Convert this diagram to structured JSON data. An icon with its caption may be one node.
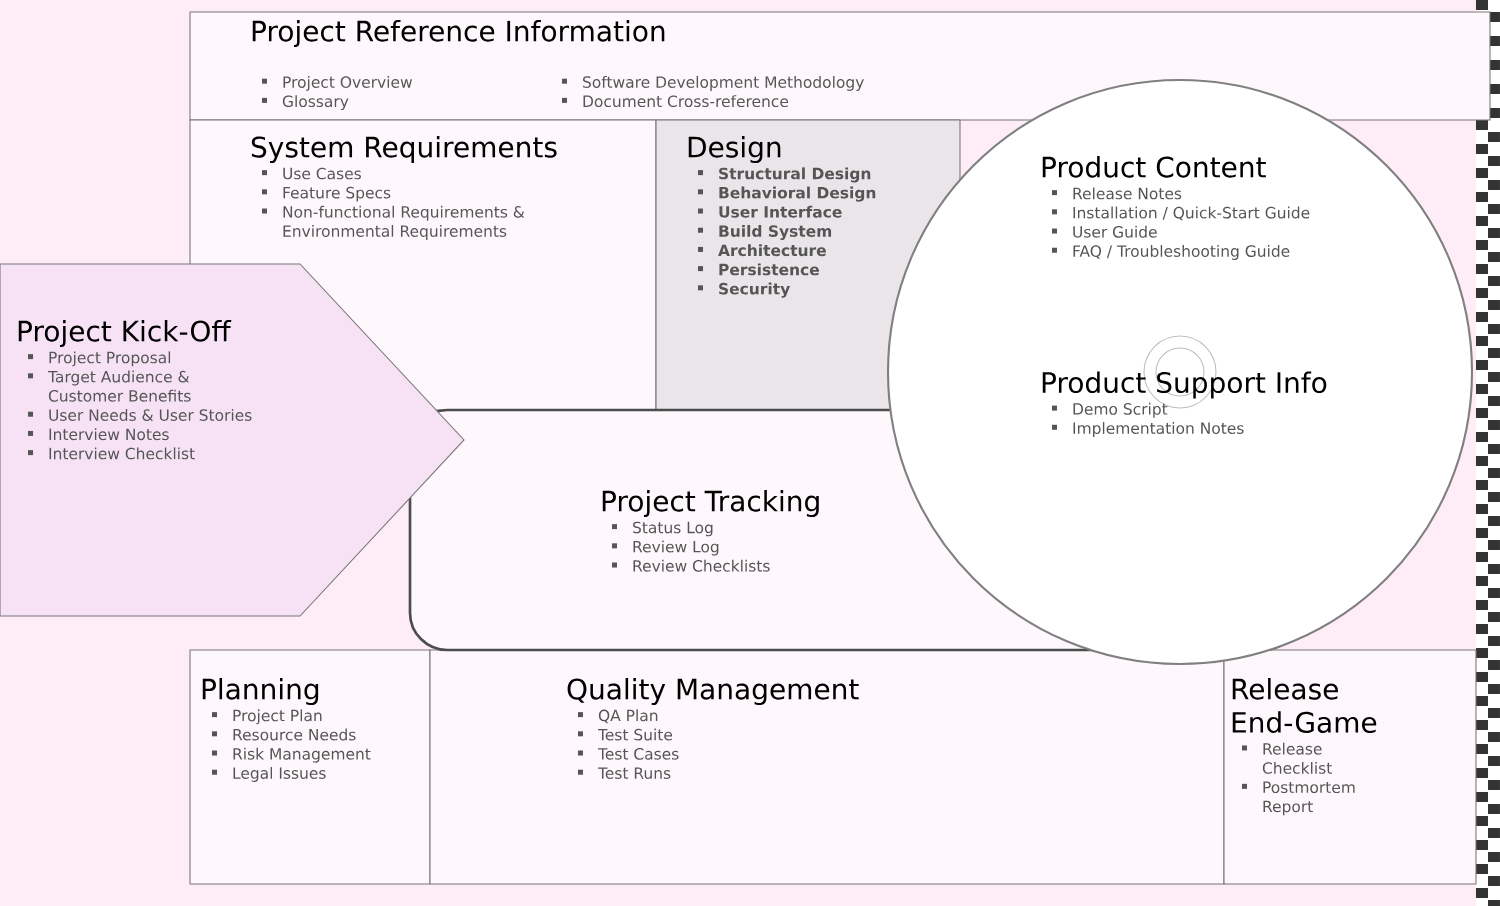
{
  "diagram": {
    "nodes": [
      {
        "text": [
          "Project Reference Information",
          "Project Overview",
          "Glossary",
          "Software Development Methodology",
          "Document Cross-reference"
        ]
      },
      {
        "text": [
          "System Requirements",
          "Use Cases",
          "Feature Specs",
          "Non-functional Requirements & Environmental Requirements"
        ]
      },
      {
        "text": [
          "Design",
          "Structural Design",
          "Behavioral Design",
          "User Interface",
          "Build System",
          "Architecture",
          "Persistence",
          "Security"
        ]
      },
      {
        "text": [
          "Product Content",
          "Release Notes",
          "Installation / Quick-Start Guide",
          "User Guide",
          "FAQ / Troubleshooting Guide",
          "Product Support Info",
          "Demo Script",
          "Implementation Notes"
        ]
      },
      {
        "text": [
          "Project Kick-Off",
          "Project Proposal",
          "Target Audience & Customer Benefits",
          "User Needs & User Stories",
          "Interview Notes",
          "Interview Checklist"
        ]
      },
      {
        "text": [
          "Project Tracking",
          "Status Log",
          "Review Log",
          "Review Checklists"
        ]
      },
      {
        "text": [
          "Planning",
          "Project Plan",
          "Resource Needs",
          "Risk Management",
          "Legal Issues"
        ]
      },
      {
        "text": [
          "Quality Management",
          "QA Plan",
          "Test Suite",
          "Test Cases",
          "Test Runs"
        ]
      },
      {
        "text": [
          "Release End-Game",
          "Release Checklist",
          "Postmortem Report"
        ]
      }
    ]
  }
}
